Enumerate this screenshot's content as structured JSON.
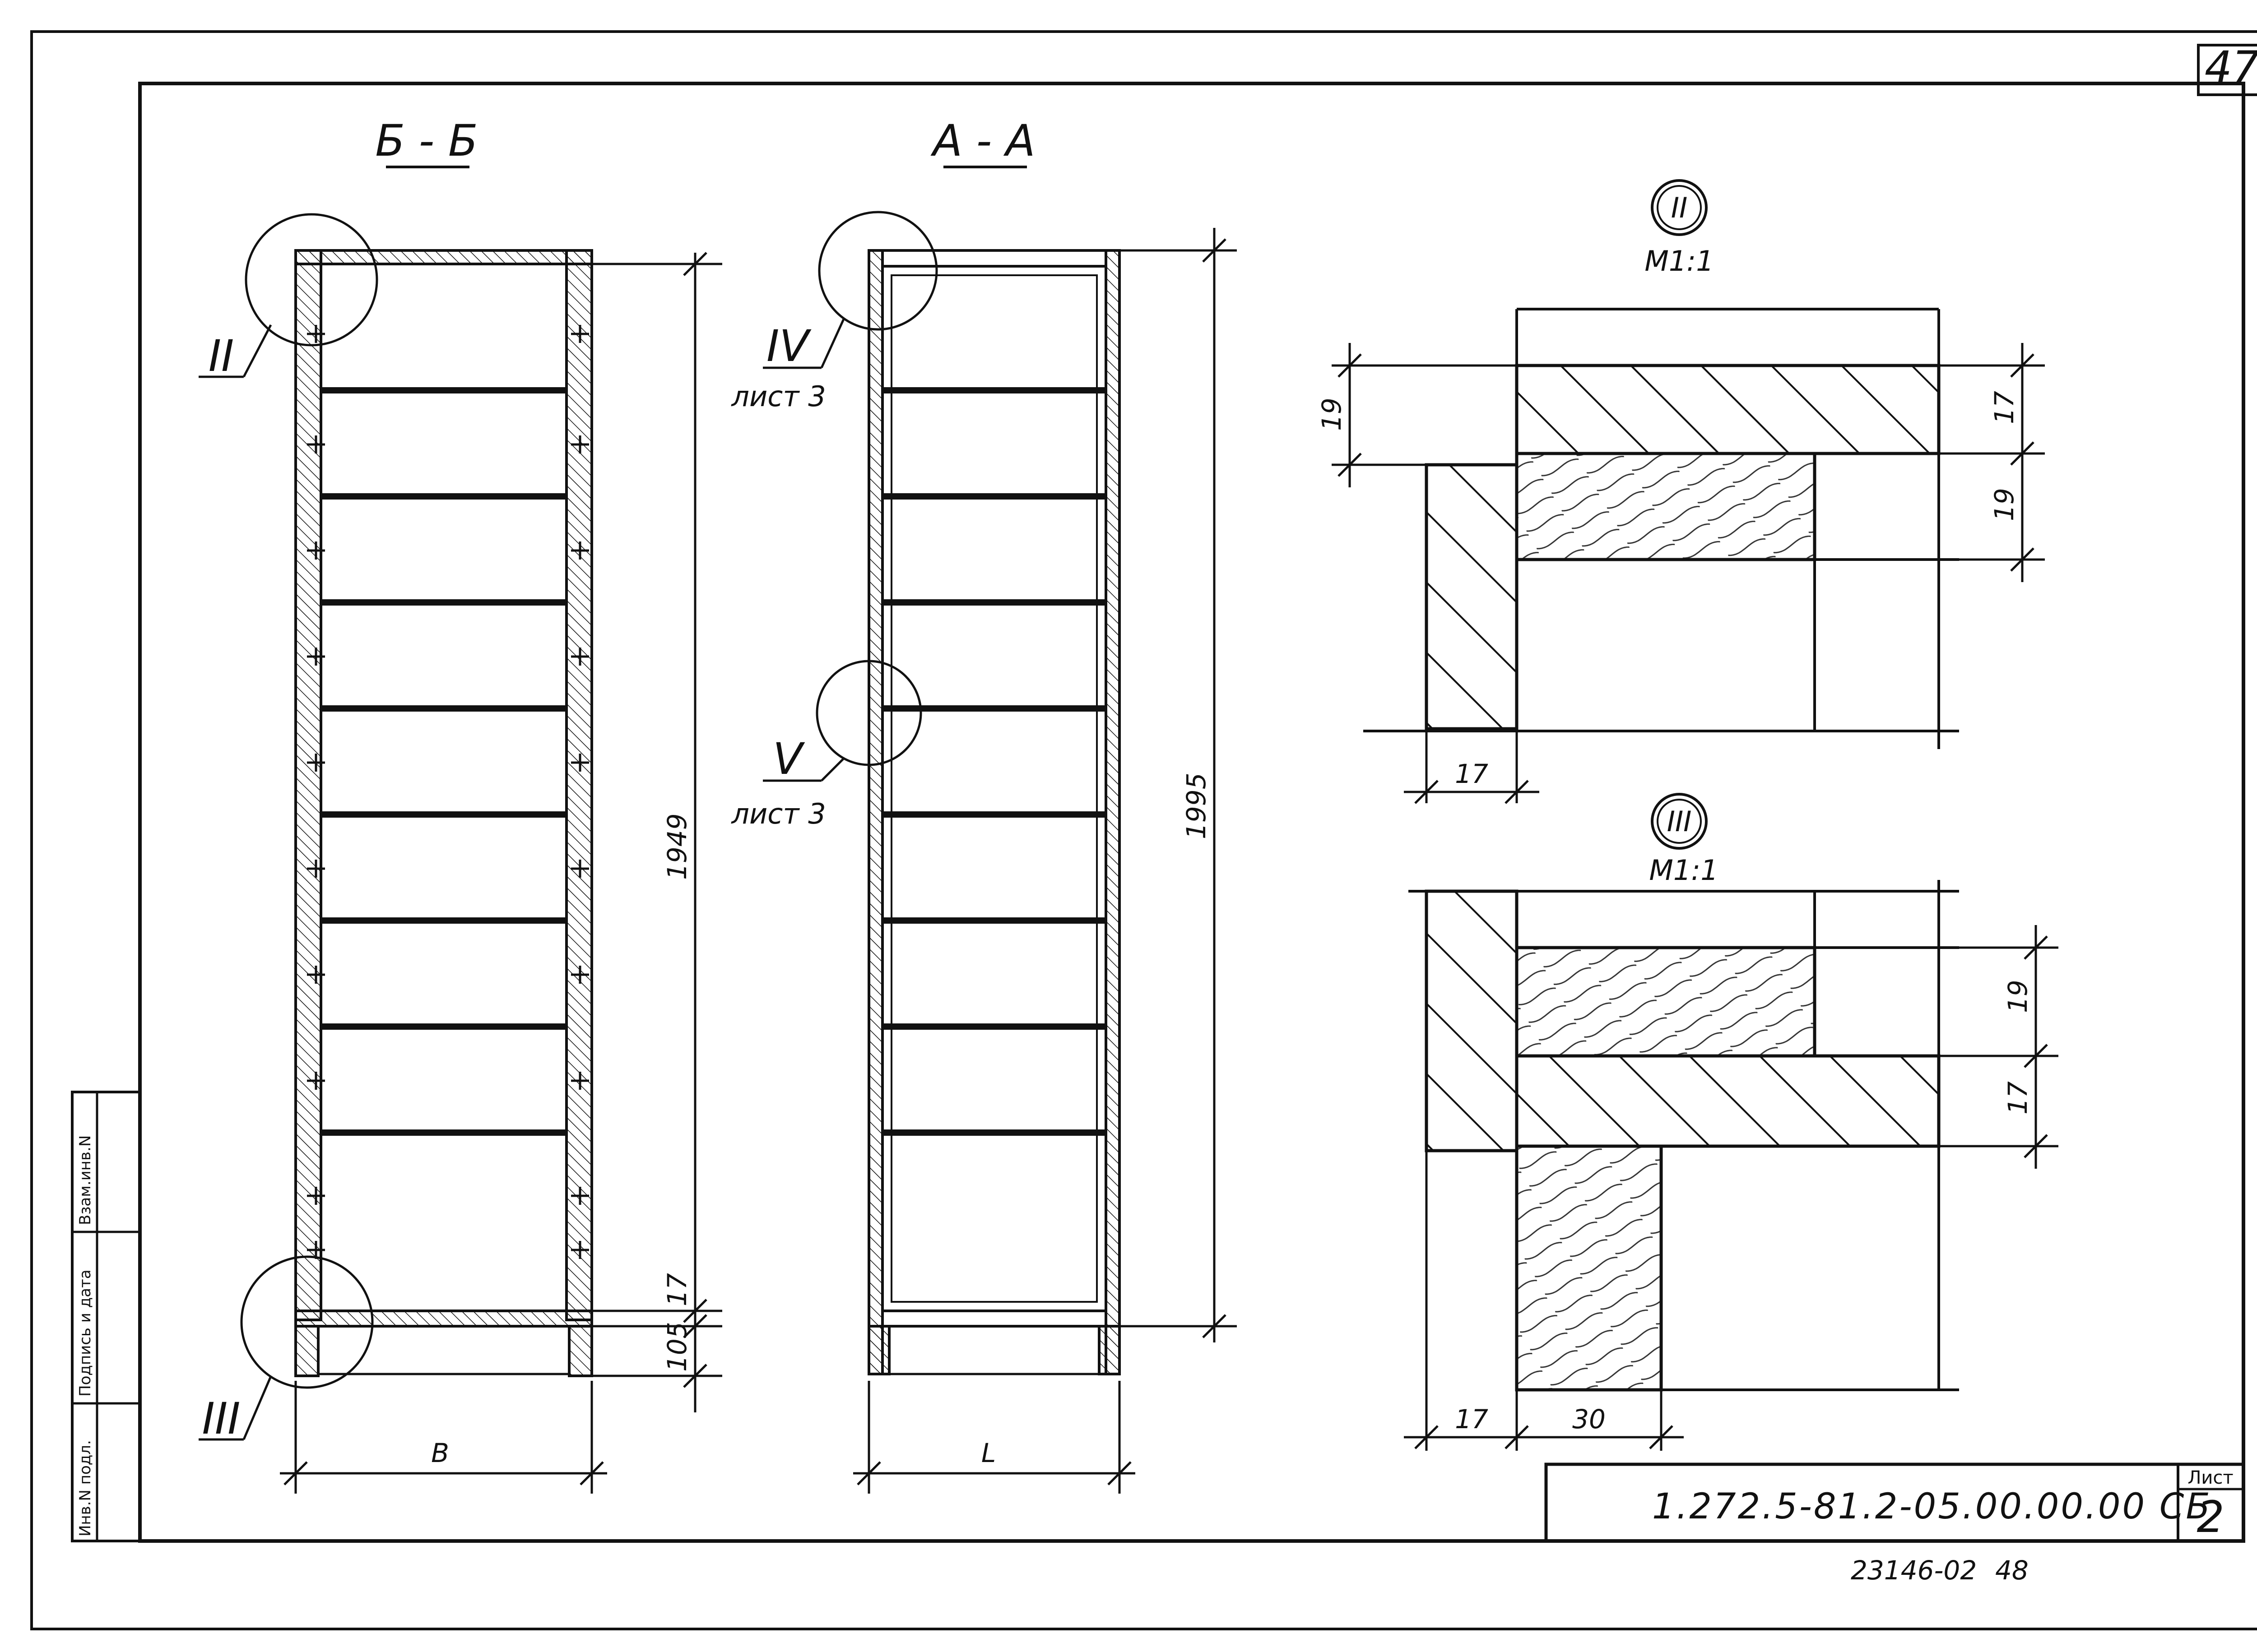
{
  "sheet": {
    "page_number_top": "47",
    "designation": "1.272.5-81.2-05.00.00.00 СБ",
    "sheet_label": "Лист",
    "sheet_number": "2",
    "archive_number": "23146-02",
    "archive_page": "48"
  },
  "stamp": {
    "col1": "Инв.N подл.",
    "col2": "Подпись и дата",
    "col3": "Взам.инв.N"
  },
  "section_bb": {
    "title": "Б - Б",
    "callout_top": "II",
    "callout_bottom": "III",
    "dim_height": "1949",
    "dim_bottom_board": "17",
    "dim_plinth": "105",
    "dim_width": "B"
  },
  "section_aa": {
    "title": "А - А",
    "callout_top": "IV",
    "callout_top_ref": "лист 3",
    "callout_mid": "V",
    "callout_mid_ref": "лист 3",
    "dim_height": "1995",
    "dim_width": "L"
  },
  "detail_2": {
    "label": "II",
    "scale": "М1:1",
    "dim_left_19": "19",
    "dim_right_17": "17",
    "dim_right_19": "19",
    "dim_bottom_17": "17"
  },
  "detail_3": {
    "label": "III",
    "scale": "М1:1",
    "dim_right_19": "19",
    "dim_right_17": "17",
    "dim_bottom_17": "17",
    "dim_bottom_30": "30"
  }
}
